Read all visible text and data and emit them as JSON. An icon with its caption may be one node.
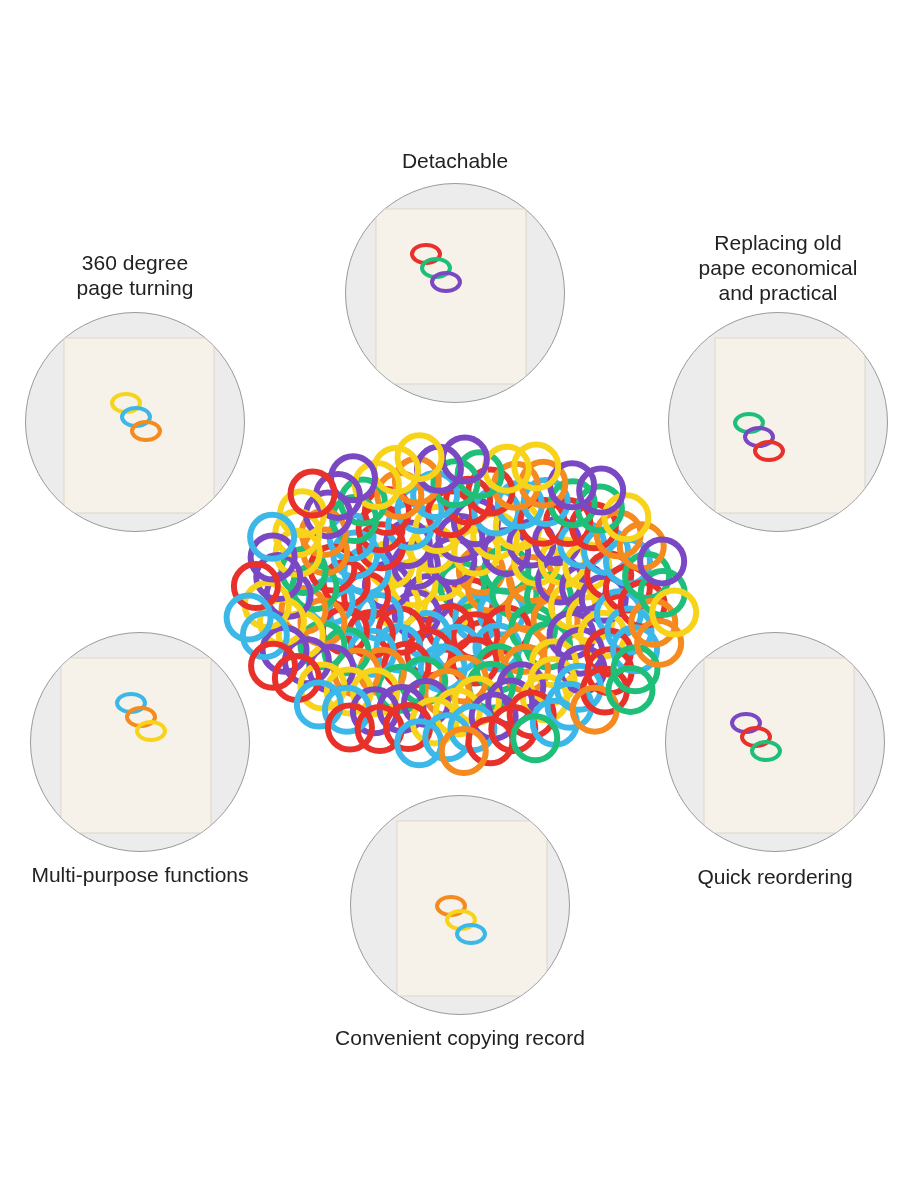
{
  "diagram": {
    "nodes": [
      {
        "text": [
          "Detachable"
        ]
      },
      {
        "text": [
          "360 degree page turning"
        ]
      },
      {
        "text": [
          "Replacing old pape economical and practical"
        ]
      },
      {
        "text": [
          "Multi-purpose functions"
        ]
      },
      {
        "text": [
          "Quick reordering"
        ]
      },
      {
        "text": [
          "Convenient copying record"
        ]
      }
    ]
  }
}
